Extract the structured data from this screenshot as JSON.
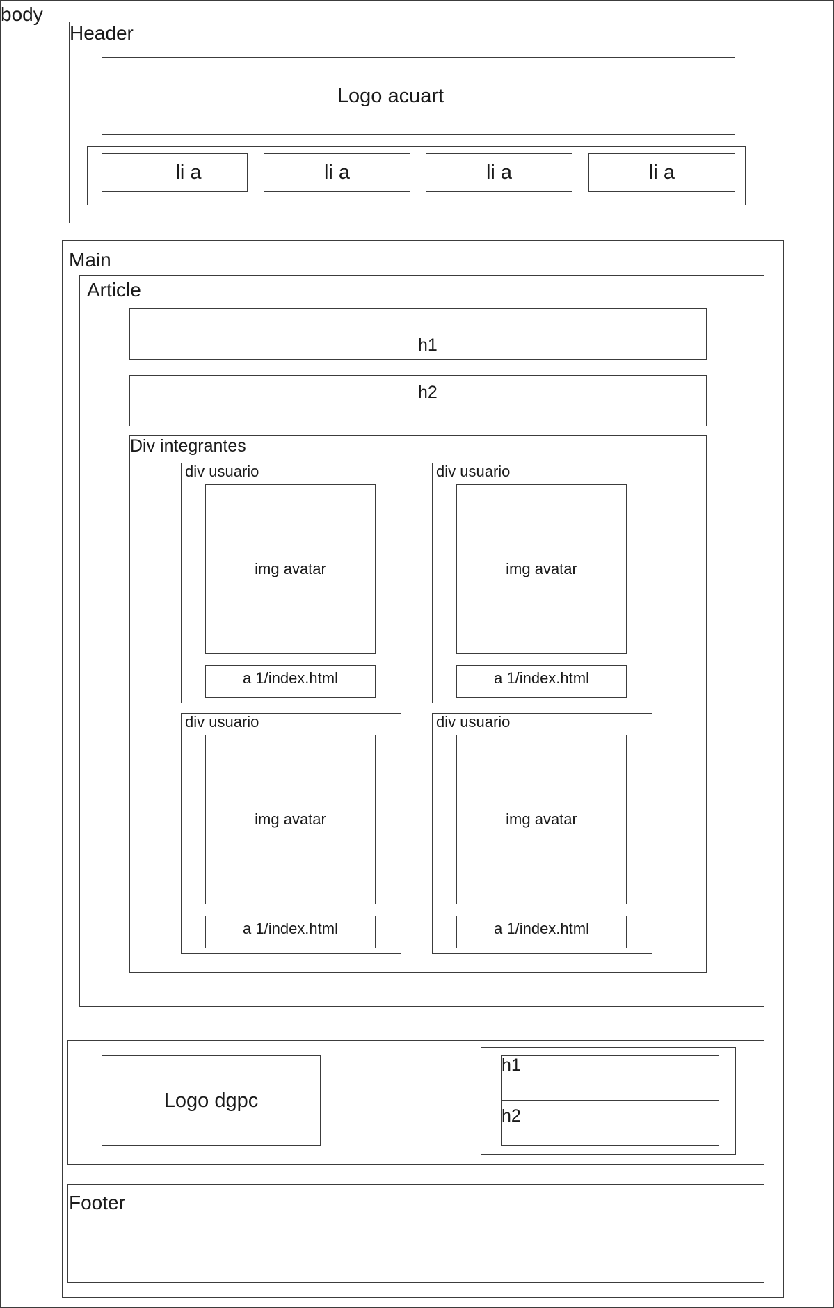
{
  "body": {
    "label": "body"
  },
  "header": {
    "label": "Header",
    "logo": "Logo acuart",
    "nav_items": [
      "li a",
      "li a",
      "li a",
      "li a"
    ]
  },
  "main": {
    "label": "Main",
    "article": {
      "label": "Article",
      "h1": "h1",
      "h2": "h2",
      "integrantes": {
        "label": "Div integrantes",
        "usuarios": [
          {
            "label": "div usuario",
            "avatar": "img avatar",
            "link": "a 1/index.html"
          },
          {
            "label": "div usuario",
            "avatar": "img avatar",
            "link": "a 1/index.html"
          },
          {
            "label": "div usuario",
            "avatar": "img avatar",
            "link": "a 1/index.html"
          },
          {
            "label": "div usuario",
            "avatar": "img avatar",
            "link": "a 1/index.html"
          }
        ]
      }
    },
    "banner": {
      "logo": "Logo dgpc",
      "h1": "h1",
      "h2": "h2"
    },
    "footer": {
      "label": "Footer"
    }
  }
}
